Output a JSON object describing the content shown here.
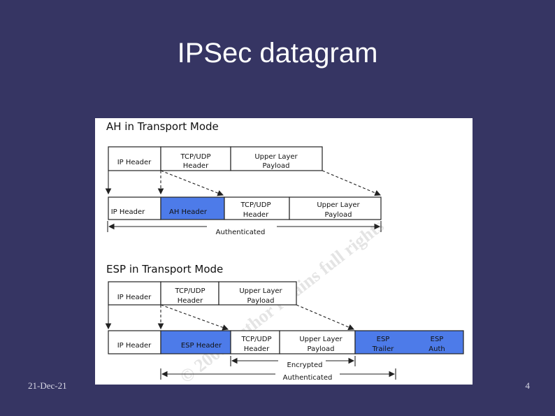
{
  "slide": {
    "title": "IPSec datagram",
    "date": "21-Dec-21",
    "page_number": "4"
  },
  "watermark": {
    "text": "© 2001 Author retains full rights"
  },
  "ah": {
    "title": "AH in Transport Mode",
    "orig_ip_header": "IP Header",
    "orig_tcp_1": "TCP/UDP",
    "orig_tcp_2": "Header",
    "orig_payload_1": "Upper Layer",
    "orig_payload_2": "Payload",
    "ip_header": "IP Header",
    "ah_header": "AH Header",
    "tcp_1": "TCP/UDP",
    "tcp_2": "Header",
    "payload_1": "Upper Layer",
    "payload_2": "Payload",
    "authenticated": "Authenticated"
  },
  "esp": {
    "title": "ESP in Transport Mode",
    "orig_ip_header": "IP Header",
    "orig_tcp_1": "TCP/UDP",
    "orig_tcp_2": "Header",
    "orig_payload_1": "Upper Layer",
    "orig_payload_2": "Payload",
    "ip_header": "IP Header",
    "esp_header": "ESP Header",
    "tcp_1": "TCP/UDP",
    "tcp_2": "Header",
    "payload_1": "Upper Layer",
    "payload_2": "Payload",
    "trailer_1": "ESP",
    "trailer_2": "Trailer",
    "auth_1": "ESP",
    "auth_2": "Auth",
    "encrypted": "Encrypted",
    "authenticated": "Authenticated"
  },
  "colors": {
    "background": "#363563",
    "highlight": "#4d7be9"
  }
}
